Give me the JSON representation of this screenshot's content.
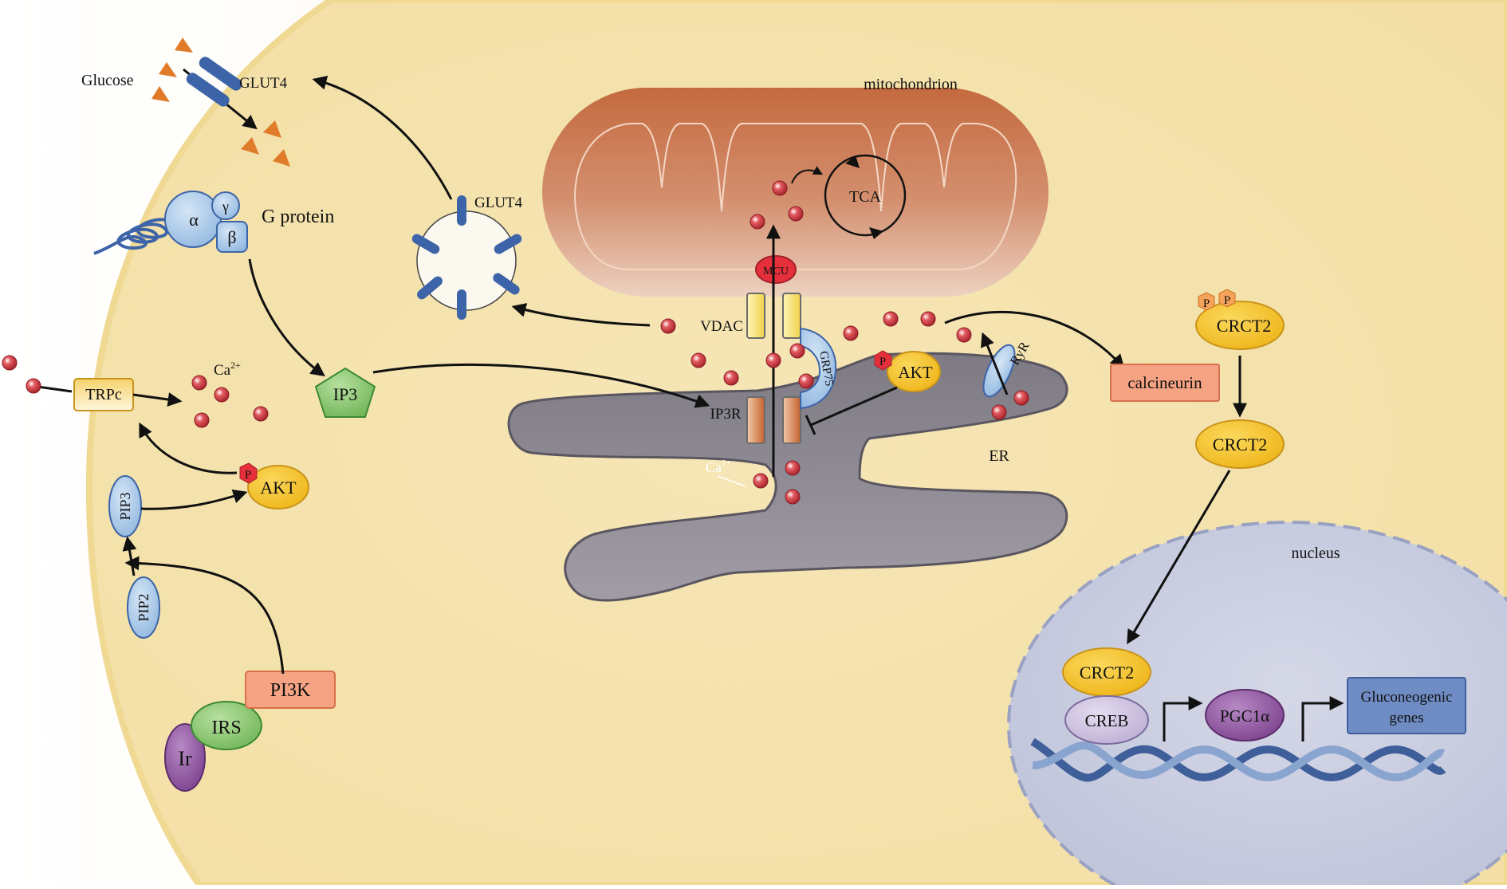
{
  "labels": {
    "glucose": "Glucose",
    "glut4_membrane": "GLUT4",
    "glut4_vesicle": "GLUT4",
    "g_protein": "G protein",
    "alpha": "α",
    "beta": "β",
    "gamma": "γ",
    "ca_cytosol": "Ca",
    "ca_superscript": "2+",
    "trpc": "TRPc",
    "pip3": "PIP3",
    "pip2": "PIP2",
    "akt_left": "AKT",
    "akt_er": "AKT",
    "p": "P",
    "pi3k": "PI3K",
    "irs": "IRS",
    "ir": "Ir",
    "ip3": "IP3",
    "ip3r": "IP3R",
    "vdac": "VDAC",
    "mcu": "MCU",
    "grp75": "GRP75",
    "tca": "TCA",
    "mitochondrion": "mitochondrion",
    "ryr": "RyR",
    "er": "ER",
    "ca_er": "Ca",
    "calcineurin": "calcineurin",
    "crct2_p": "CRCT2",
    "crct2_mid": "CRCT2",
    "crct2_nucleus": "CRCT2",
    "nucleus": "nucleus",
    "creb": "CREB",
    "pgc1a": "PGC1α",
    "gluconeogenic_line1": "Gluconeogenic",
    "gluconeogenic_line2": "genes"
  },
  "colors": {
    "cell": "#f5e3ad",
    "cell_outer": "#fdf6e1",
    "membrane": "#f0d98e",
    "mito_outer": "#c8734a",
    "er": "#8e8a93",
    "nucleus": "#c6cadd",
    "ca_ion": "#c8323a",
    "yellow_node": "#f4c127",
    "blue_node": "#a9c7e6",
    "green_node": "#7cc063",
    "orange_box": "#f5a383",
    "purple_node": "#8a4f9a",
    "genes_box": "#6f8cc4",
    "dna": "#3e5f9a"
  }
}
